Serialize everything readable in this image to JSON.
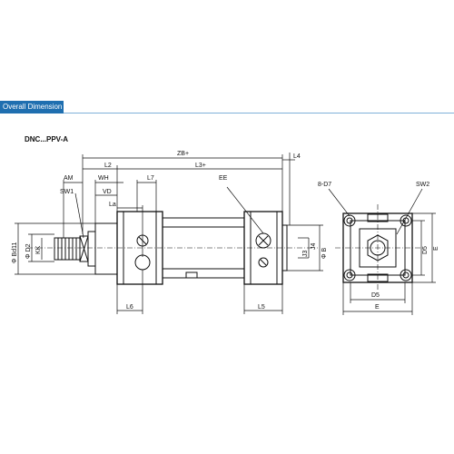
{
  "header": {
    "section_label": "Overall Dimension"
  },
  "model": "DNC...PPV-A",
  "labels": {
    "ZB": "ZB+",
    "L4": "L4",
    "L2": "L2",
    "L3": "L3+",
    "AM": "AM",
    "WH": "WH",
    "L7": "L7",
    "EE": "EE",
    "SW1": "SW1",
    "VD": "VD",
    "La": "La",
    "Bd11": "Φ Bd11",
    "D2": "Φ D2",
    "KK": "KK",
    "J3": "J3",
    "J4": "J4",
    "B": "Φ B",
    "L6": "L6",
    "L5": "L5",
    "D7": "8-D7",
    "SW2": "SW2",
    "D5v": "D5",
    "Ev": "E",
    "D5h": "D5",
    "Eh": "E"
  }
}
